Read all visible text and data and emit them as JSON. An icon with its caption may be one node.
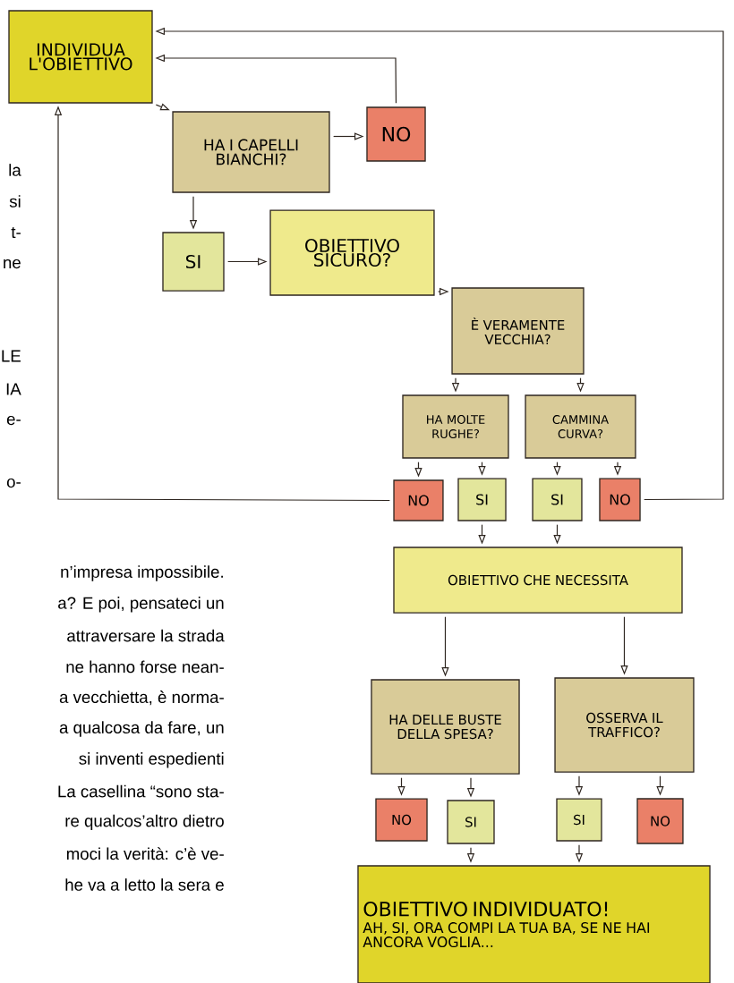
{
  "diagram": {
    "nodes": [
      {
        "text": [
          "INDIVIDUA L'OBIETTIVO"
        ]
      },
      {
        "text": [
          "HA I CAPELLI BIANCHI?"
        ]
      },
      {
        "text": [
          "NO"
        ]
      },
      {
        "text": [
          "SI"
        ]
      },
      {
        "text": [
          "OBIETTIVO SICURO?"
        ]
      },
      {
        "text": [
          "È VERAMENTE VECCHIA?"
        ]
      },
      {
        "text": [
          "HA MOLTE RUGHE?"
        ]
      },
      {
        "text": [
          "CAMMINA CURVA?"
        ]
      },
      {
        "text": [
          "NO"
        ]
      },
      {
        "text": [
          "SI"
        ]
      },
      {
        "text": [
          "SI"
        ]
      },
      {
        "text": [
          "NO"
        ]
      },
      {
        "text": [
          "OBIETTIVO CHE NECESSITA"
        ]
      },
      {
        "text": [
          "HA DELLE BUSTE DELLA SPESA?"
        ]
      },
      {
        "text": [
          "OSSERVA IL TRAFFICO?"
        ]
      },
      {
        "text": [
          "NO"
        ]
      },
      {
        "text": [
          "SI"
        ]
      },
      {
        "text": [
          "SI"
        ]
      },
      {
        "text": [
          "NO"
        ]
      },
      {
        "text": [
          "OBIETTIVO INDIVIDUATO!",
          "AH, SI, ORA COMPI LA TUA BA, SE NE HAI ANCORA VOGLIA..."
        ]
      }
    ],
    "edges": [
      {
        "from": 0,
        "to": 1,
        "arrow": "to"
      },
      {
        "from": 1,
        "to": 2,
        "arrow": "to"
      },
      {
        "from": 1,
        "to": 3,
        "arrow": "to"
      },
      {
        "from": 3,
        "to": 4,
        "arrow": "to"
      },
      {
        "from": 2,
        "to": 0,
        "arrow": "to"
      },
      {
        "from": 4,
        "to": 5,
        "arrow": "to"
      },
      {
        "from": 5,
        "to": 6,
        "arrow": "to"
      },
      {
        "from": 5,
        "to": 7,
        "arrow": "to"
      },
      {
        "from": 6,
        "to": 8,
        "arrow": "to"
      },
      {
        "from": 6,
        "to": 9,
        "arrow": "to"
      },
      {
        "from": 7,
        "to": 10,
        "arrow": "to"
      },
      {
        "from": 7,
        "to": 11,
        "arrow": "to"
      },
      {
        "from": 11,
        "to": 0,
        "arrow": "to"
      },
      {
        "from": 8,
        "to": 0,
        "arrow": "to"
      },
      {
        "from": 9,
        "to": 12,
        "arrow": "to"
      },
      {
        "from": 10,
        "to": 12,
        "arrow": "to"
      },
      {
        "from": 12,
        "to": 13,
        "arrow": "to"
      },
      {
        "from": 12,
        "to": 14,
        "arrow": "to"
      },
      {
        "from": 13,
        "to": 15,
        "arrow": "to"
      },
      {
        "from": 13,
        "to": 16,
        "arrow": "to"
      },
      {
        "from": 14,
        "to": 17,
        "arrow": "to"
      },
      {
        "from": 14,
        "to": 18,
        "arrow": "to"
      },
      {
        "from": 16,
        "to": 19,
        "arrow": "to"
      },
      {
        "from": 17,
        "to": 19,
        "arrow": "to"
      }
    ],
    "labels": [
      "la",
      "si",
      "t-",
      "ne",
      "LE",
      "IA",
      "e-",
      "o-",
      "n’impresa impossibile.",
      "a? E poi, pensateci un",
      "attraversare la strada",
      "ne hanno forse nean-",
      "a vecchietta, è norma-",
      "a qualcosa da fare, un",
      "si inventi espedienti",
      "La casellina “sono sta-",
      "re qualcos’altro dietro",
      "moci la verità: c’è ve-",
      "he va a letto la sera e"
    ]
  }
}
